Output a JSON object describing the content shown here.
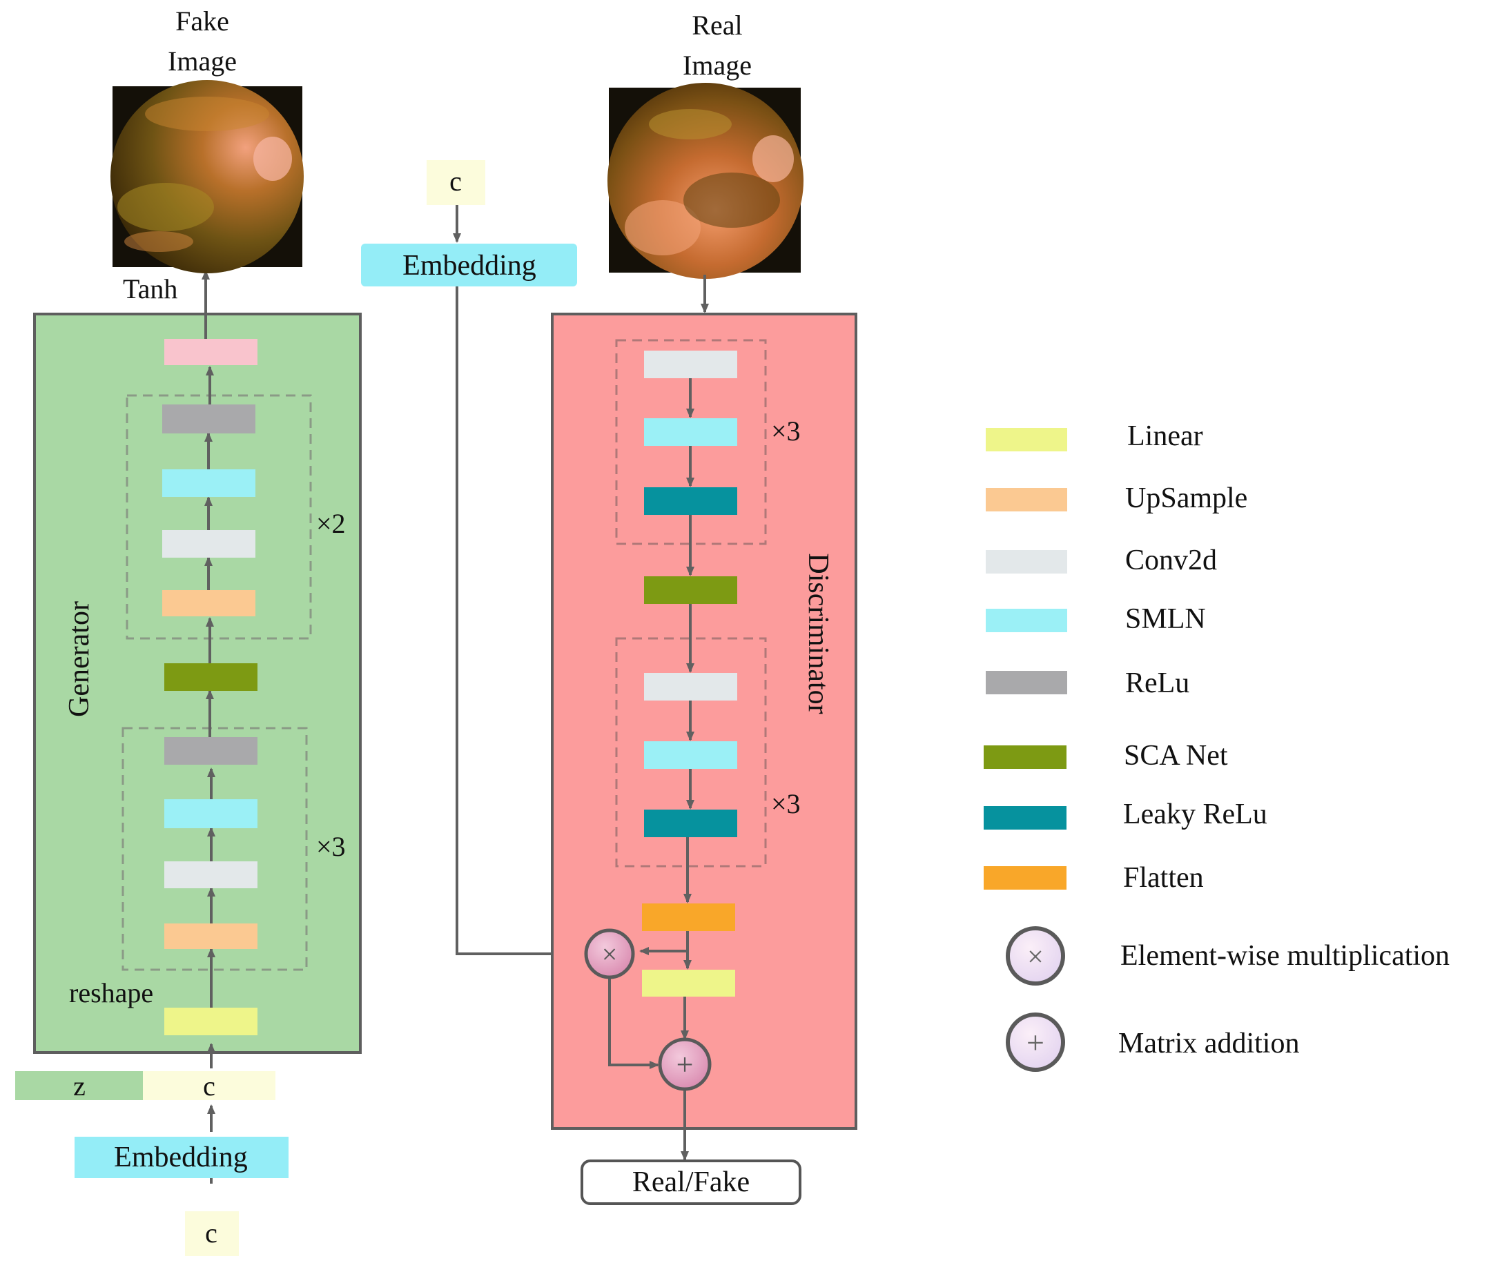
{
  "generator": {
    "title": "Generator",
    "output_label": "Tanh",
    "reshape_label": "reshape",
    "repeat_upper": "×2",
    "repeat_lower": "×3",
    "input_z": "z",
    "input_c": "c",
    "embedding_label": "Embedding",
    "class_input": "c",
    "fake_image_line1": "Fake",
    "fake_image_line2": "Image"
  },
  "discriminator": {
    "title": "Discriminator",
    "repeat_upper": "×3",
    "repeat_lower": "×3",
    "class_input": "c",
    "embedding_label": "Embedding",
    "real_image_line1": "Real",
    "real_image_line2": "Image",
    "output_label": "Real/Fake"
  },
  "legend": {
    "items": [
      {
        "label": "Linear",
        "color": "#EEF58A"
      },
      {
        "label": "UpSample",
        "color": "#FBC992"
      },
      {
        "label": "Conv2d",
        "color": "#E3E8EA"
      },
      {
        "label": "SMLN",
        "color": "#9BF0F6"
      },
      {
        "label": "ReLu",
        "color": "#A9A9AB"
      },
      {
        "label": "SCA Net",
        "color": "#7D9A13"
      },
      {
        "label": "Leaky ReLu",
        "color": "#06929E"
      },
      {
        "label": "Flatten",
        "color": "#F9A729"
      }
    ],
    "ops": [
      {
        "label": "Element-wise multiplication",
        "symbol": "×"
      },
      {
        "label": "Matrix addition",
        "symbol": "+"
      }
    ]
  },
  "colors": {
    "generator_panel": "#A9D8A4",
    "discriminator_panel": "#FC9C9C",
    "embedding": "#94EDF7",
    "class_input": "#FCFCDC",
    "z_input": "#A9D8A4",
    "tanh_block": "#F9C4CD",
    "operator_fill": "#E6A3C2",
    "arrow": "#606060"
  }
}
